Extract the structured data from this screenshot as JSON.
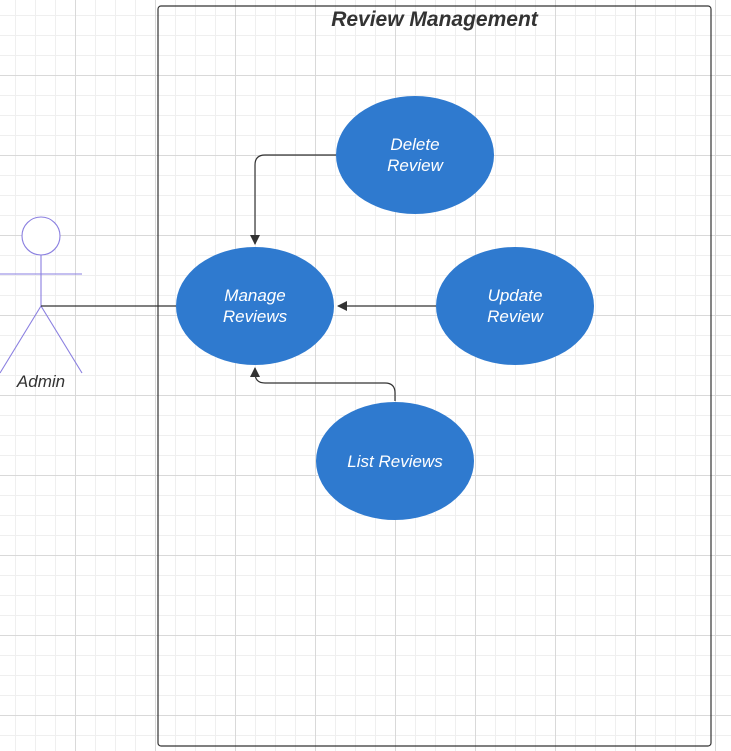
{
  "diagram": {
    "system": {
      "title": "Review Management"
    },
    "actor": {
      "name": "Admin",
      "color": "#8a7fe0"
    },
    "use_cases": {
      "manage": {
        "label": "Manage\nReviews"
      },
      "delete": {
        "label": "Delete\nReview"
      },
      "update": {
        "label": "Update\nReview"
      },
      "list": {
        "label": "List Reviews"
      }
    },
    "colors": {
      "use_case_fill": "#2f7acf",
      "use_case_text": "#ffffff",
      "connector": "#333333",
      "boundary": "#333333"
    },
    "relations": [
      {
        "from": "Admin",
        "to": "Manage\nReviews",
        "type": "association"
      },
      {
        "from": "Delete\nReview",
        "to": "Manage\nReviews",
        "type": "arrow"
      },
      {
        "from": "Update\nReview",
        "to": "Manage\nReviews",
        "type": "arrow"
      },
      {
        "from": "List Reviews",
        "to": "Manage\nReviews",
        "type": "arrow"
      }
    ]
  }
}
